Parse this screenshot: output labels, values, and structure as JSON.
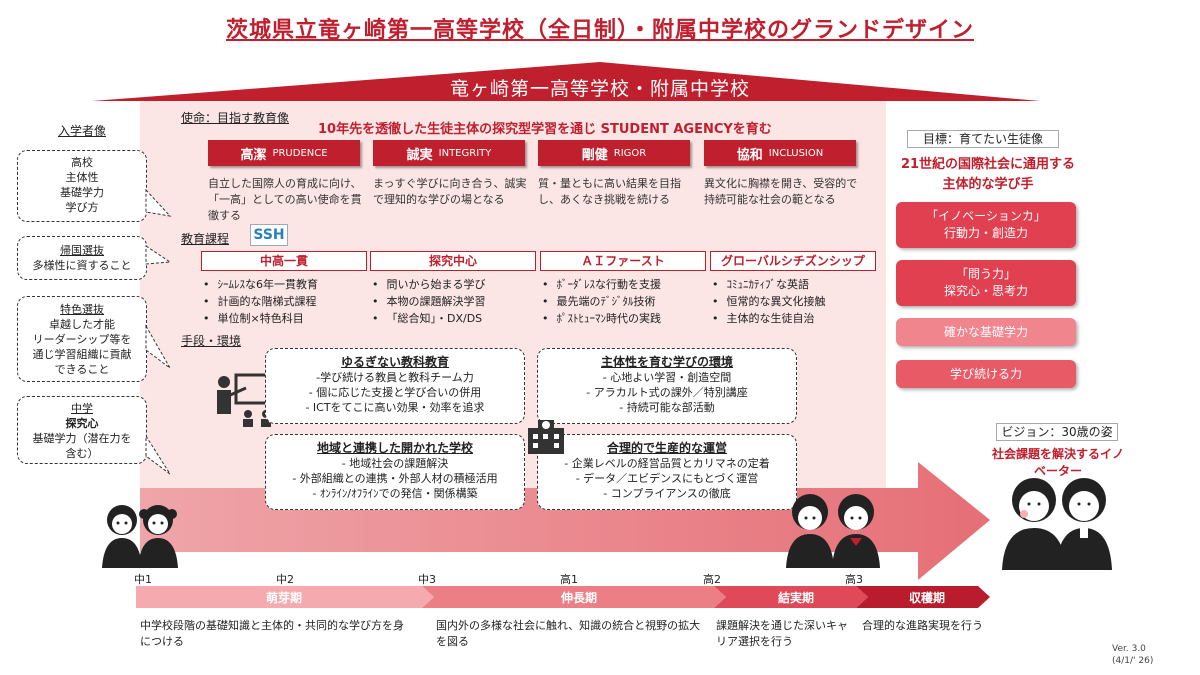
{
  "title": "茨城県立竜ヶ崎第一高等学校（全日制）・附属中学校のグランドデザイン",
  "roof_label": "竜ヶ崎第一高等学校・附属中学校",
  "mission": {
    "heading": "使命：目指す教育像",
    "text": "10年先を透徹した生徒主体の探究型学習を通じ STUDENT AGENCYを育む"
  },
  "values": [
    {
      "jp": "高潔",
      "en": "PRUDENCE",
      "desc": "自立した国際人の育成に向け、「一高」としての高い使命を貫徹する"
    },
    {
      "jp": "誠実",
      "en": "INTEGRITY",
      "desc": "まっすぐ学びに向き合う、誠実で理知的な学びの場となる"
    },
    {
      "jp": "剛健",
      "en": "RIGOR",
      "desc": "質・量ともに高い結果を目指し、あくなき挑戦を続ける"
    },
    {
      "jp": "協和",
      "en": "INCLUSION",
      "desc": "異文化に胸襟を開き、受容的で持続可能な社会の範となる"
    }
  ],
  "curriculum": {
    "heading": "教育課程",
    "ssh": "SSH",
    "cols": [
      {
        "title": "中高一貫",
        "items": [
          "ｼｰﾑﾚｽな6年一貫教育",
          "計画的な階梯式課程",
          "単位制×特色科目"
        ]
      },
      {
        "title": "探究中心",
        "items": [
          "問いから始まる学び",
          "本物の課題解決学習",
          "「総合知」・DX/DS"
        ]
      },
      {
        "title": "ＡＩファースト",
        "items": [
          "ﾎﾞｰﾀﾞﾚｽな行動を支援",
          "最先端のﾃﾞｼﾞﾀﾙ技術",
          "ﾎﾟｽﾄﾋｭｰﾏﾝ時代の実践"
        ]
      },
      {
        "title": "グローバルシチズンシップ",
        "items": [
          "ｺﾐｭﾆｶﾃｨﾌﾞな英語",
          "恒常的な異文化接触",
          "主体的な生徒自治"
        ]
      }
    ]
  },
  "means": {
    "heading": "手段・環境",
    "boxes": [
      {
        "title": "ゆるぎない教科教育",
        "lines": [
          "-学び続ける教員と教科チーム力",
          "- 個に応じた支援と学び合いの併用",
          "- ICTをてこに高い効果・効率を追求"
        ]
      },
      {
        "title": "主体性を育む学びの環境",
        "lines": [
          "- 心地よい学習・創造空間",
          "- アラカルト式の課外／特別講座",
          "- 持続可能な部活動"
        ]
      },
      {
        "title": "地域と連携した開かれた学校",
        "lines": [
          "- 地域社会の課題解決",
          "- 外部組織との連携・外部人材の積極活用",
          "- ｵﾝﾗｲﾝ/ｵﾌﾗｲﾝでの発信・関係構築"
        ]
      },
      {
        "title": "合理的で生産的な運営",
        "lines": [
          "- 企業レベルの経営品質とカリマネの定着",
          "- データ／エビデンスにもとづく運営",
          "- コンプライアンスの徹底"
        ]
      }
    ]
  },
  "entrants": {
    "heading": "入学者像",
    "boxes": [
      {
        "lines": [
          "高校",
          "主体性",
          "基礎学力",
          "学び方"
        ]
      },
      {
        "lines": [
          "帰国選抜",
          "多様性に資すること"
        ]
      },
      {
        "lines": [
          "特色選抜",
          "卓越した才能",
          "リーダーシップ等を",
          "通じ学習組織に貢献",
          "できること"
        ]
      },
      {
        "lines": [
          "中学",
          "探究心",
          "基礎学力（潜在力を",
          "含む）"
        ]
      }
    ]
  },
  "goal": {
    "heading": "目標：育てたい生徒像",
    "text": "21世紀の国際社会に通用する主体的な学び手",
    "items": [
      {
        "line1": "「イノベーションカ」",
        "line2": "行動力・創造力"
      },
      {
        "line1": "「問う力」",
        "line2": "探究心・思考力"
      },
      {
        "line1": "確かな基礎学力",
        "line2": ""
      },
      {
        "line1": "学び続ける力",
        "line2": ""
      }
    ]
  },
  "vision": {
    "heading": "ビジョン：30歳の姿",
    "text": "社会課題を解決するイノベーター"
  },
  "timeline": {
    "ticks": [
      "中1",
      "中2",
      "中3",
      "高1",
      "高2",
      "高3"
    ],
    "stages": [
      {
        "name": "萌芽期",
        "desc": "中学校段階の基礎知識と主体的・共同的な学び方を身につける",
        "color": "#f08080"
      },
      {
        "name": "伸長期",
        "desc": "国内外の多様な社会に触れ、知識の統合と視野の拡大を図る",
        "color": "#e4606a"
      },
      {
        "name": "結実期",
        "desc": "課題解決を通じた深いキャリア選択を行う",
        "color": "#d43a48"
      },
      {
        "name": "収穫期",
        "desc": "合理的な進路実現を行う",
        "color": "#b51f2c"
      }
    ]
  },
  "version": {
    "line1": "Ver. 3.0",
    "line2": "(4/1/' 26)"
  }
}
